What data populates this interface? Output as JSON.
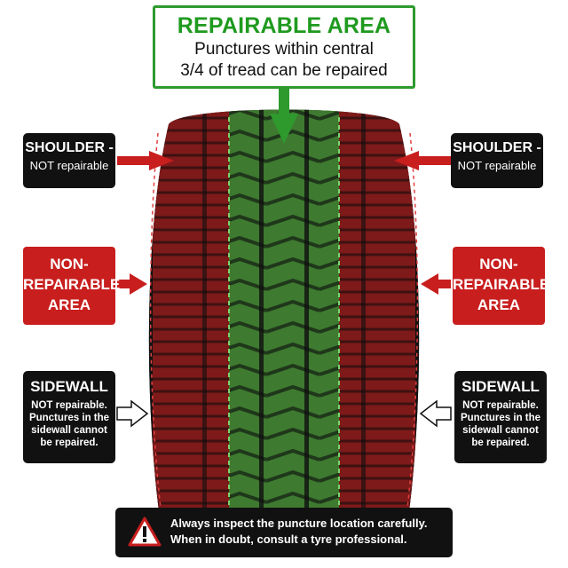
{
  "repairable": {
    "title": "REPAIRABLE AREA",
    "line1": "Punctures within central",
    "line2": "3/4 of tread can be repaired"
  },
  "shoulder": {
    "heading": "SHOULDER -",
    "detail": "NOT repairable"
  },
  "non_repairable": {
    "line1": "NON-",
    "line2": "REPAIRABLE",
    "line3": "AREA"
  },
  "sidewall": {
    "heading": "SIDEWALL",
    "line1": "NOT repairable.",
    "line2": "Punctures in the",
    "line3": "sidewall cannot",
    "line4": "be repaired."
  },
  "footer": {
    "line1": "Always inspect the puncture location carefully.",
    "line2": "When in doubt, consult a tyre professional."
  },
  "colors": {
    "repairable_green": "#2e9a2e",
    "non_repairable_red": "#c81e1e",
    "label_black": "#111111"
  },
  "icons": [
    "down-arrow-icon",
    "right-arrow-icon",
    "left-arrow-icon",
    "warning-icon"
  ]
}
